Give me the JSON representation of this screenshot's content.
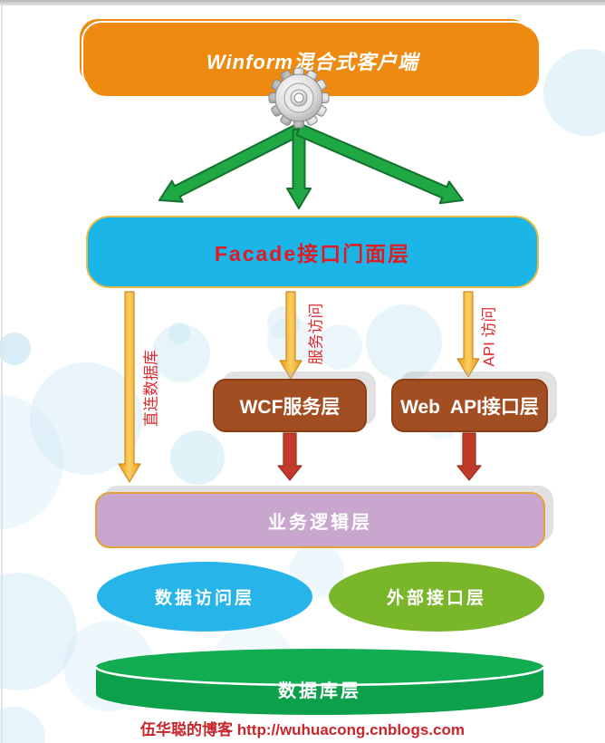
{
  "diagram": {
    "client": "Winform混合式客户端",
    "facade": "Facade接口门面层",
    "wcf": "WCF服务层",
    "webapi": "Web  API接口层",
    "business": "业务逻辑层",
    "data_access": "数据访问层",
    "external": "外部接口层",
    "database": "数据库层",
    "labels": {
      "direct_db": "直连数据库",
      "service": "服务访问",
      "api": "API 访问"
    }
  },
  "footer": "伍华聪的博客 http://wuhuacong.cnblogs.com",
  "icons": {
    "gear": "gear-icon"
  },
  "colors": {
    "client_orange": "#EF8A10",
    "facade_cyan": "#1CB5E8",
    "facade_text_red": "#E11B25",
    "service_brown": "#A24E22",
    "business_purple": "#C8A6CE",
    "business_border_orange": "#E5A13B",
    "data_access_blue": "#27B5E9",
    "external_green": "#79B629",
    "database_green": "#0DA04B",
    "arrow_green": "#1FA843",
    "arrow_yellow": "#F2AC2E",
    "arrow_red": "#C13A27",
    "label_red": "#E02A30",
    "footer_red": "#C9252B",
    "bubble_blue": "#cfe9f5"
  }
}
